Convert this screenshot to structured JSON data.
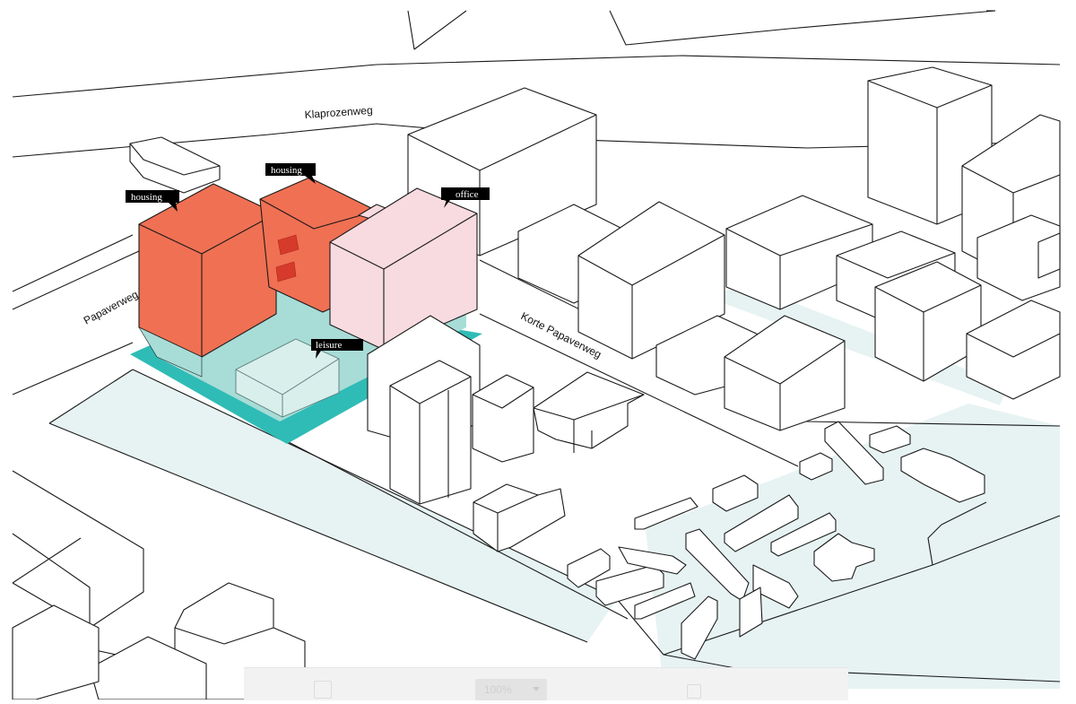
{
  "streets": {
    "klaprozenweg": "Klaprozenweg",
    "papaverweg": "Papaverweg",
    "korte_papaverweg": "Korte Papaverweg"
  },
  "labels": {
    "housing_left": "housing",
    "housing_right": "housing",
    "office": "office",
    "leisure": "leisure"
  },
  "colors": {
    "housing": "#f07053",
    "office": "#f8dbe0",
    "leisure_plinth": "#2fbcb6",
    "water": "#e6f3f2"
  },
  "toolbar": {
    "zoom_value": "100%"
  }
}
